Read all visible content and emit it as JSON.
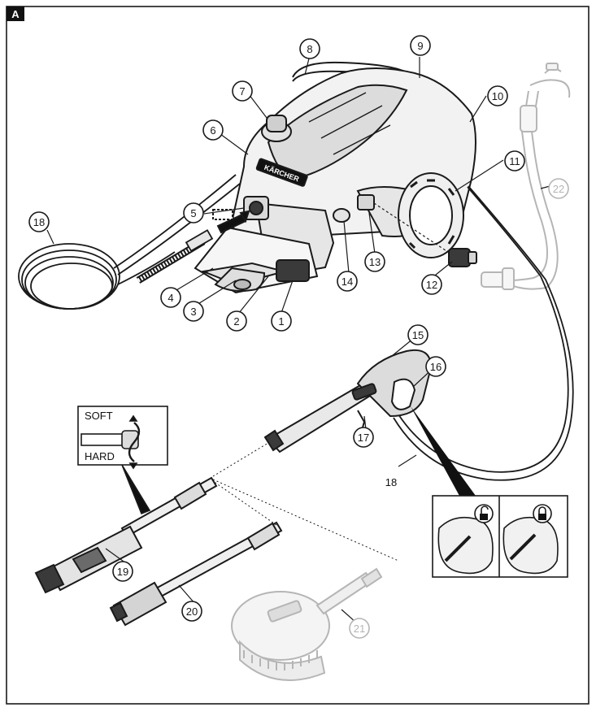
{
  "figure_label": "A",
  "hardness_labels": {
    "soft": "SOFT",
    "hard": "HARD"
  },
  "callouts": [
    {
      "num": "1",
      "faded": false
    },
    {
      "num": "2",
      "faded": false
    },
    {
      "num": "3",
      "faded": false
    },
    {
      "num": "4",
      "faded": false
    },
    {
      "num": "5",
      "faded": false
    },
    {
      "num": "6",
      "faded": false
    },
    {
      "num": "7",
      "faded": false
    },
    {
      "num": "8",
      "faded": false
    },
    {
      "num": "9",
      "faded": false
    },
    {
      "num": "10",
      "faded": false
    },
    {
      "num": "11",
      "faded": false
    },
    {
      "num": "12",
      "faded": false
    },
    {
      "num": "13",
      "faded": false
    },
    {
      "num": "14",
      "faded": false
    },
    {
      "num": "15",
      "faded": false
    },
    {
      "num": "16",
      "faded": false
    },
    {
      "num": "17",
      "faded": false
    },
    {
      "num": "18",
      "faded": false
    },
    {
      "num": "19",
      "faded": false
    },
    {
      "num": "20",
      "faded": false
    },
    {
      "num": "21",
      "faded": true
    },
    {
      "num": "22",
      "faded": true
    }
  ],
  "plain_labels": [
    {
      "text": "18"
    }
  ],
  "brand_plate": "KÄRCHER",
  "colors": {
    "line": "#1a1a1a",
    "faded": "#b5b5b5",
    "device_fill": "#f2f2f2",
    "dark_fill": "#3a3a3a"
  }
}
